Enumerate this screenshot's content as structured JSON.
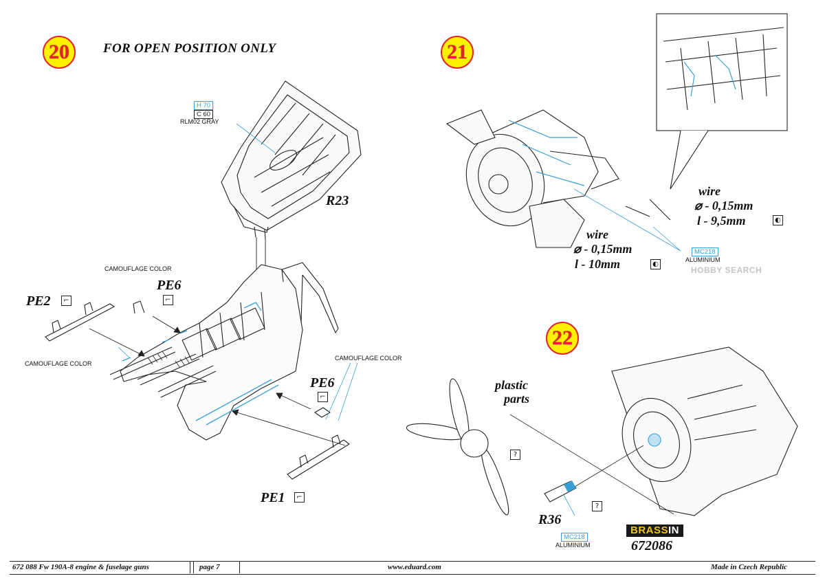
{
  "steps": [
    {
      "number": "20",
      "heading": "FOR OPEN POSITION ONLY"
    },
    {
      "number": "21"
    },
    {
      "number": "22"
    }
  ],
  "paint": {
    "h_code": "H 70",
    "c_code": "C 60",
    "rlm_name": "RLM02 GRAY",
    "camo1": "CAMOUFLAGE COLOR",
    "camo2": "CAMOUFLAGE COLOR",
    "camo3": "CAMOUFLAGE COLOR",
    "mc_code_1": "MC218",
    "mc_name_1": "ALUMINIUM",
    "mc_code_2": "MC218",
    "mc_name_2": "ALUMINIUM"
  },
  "parts": {
    "r23": "R23",
    "pe2": "PE2",
    "pe6_a": "PE6",
    "pe6_b": "PE6",
    "pe1": "PE1",
    "r36": "R36",
    "plastic_1": "plastic",
    "plastic_2": "parts"
  },
  "wires": {
    "a_title": "wire",
    "a_dia": "⌀ - 0,15mm",
    "a_len": "l - 9,5mm",
    "b_title": "wire",
    "b_dia": "⌀ - 0,15mm",
    "b_len": "l - 10mm"
  },
  "symbols": {
    "bend": "⌐",
    "question": "?",
    "yinyang": "◐"
  },
  "brand": {
    "brassin_a": "BRASS",
    "brassin_b": "IN",
    "code": "672086"
  },
  "footer": {
    "left": "672 088  Fw 190A-8 engine & fuselage guns",
    "page": "page 7",
    "site": "www.eduard.com",
    "made": "Made in Czech Republic"
  },
  "watermark": "HOBBY SEARCH",
  "colors": {
    "accent_blue": "#3a9fd6",
    "badge_yellow": "#fff200",
    "badge_red": "#e3222b"
  }
}
